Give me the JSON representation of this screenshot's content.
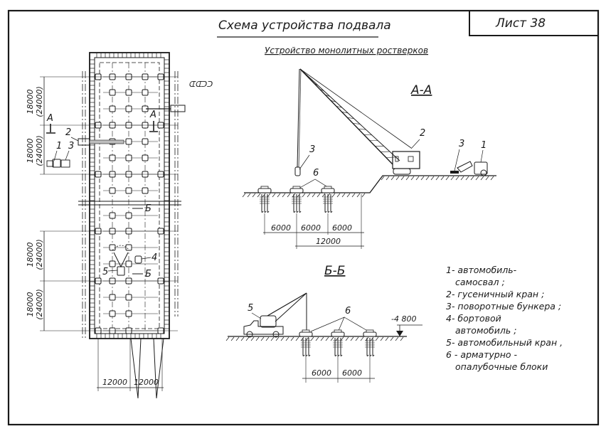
{
  "header": {
    "title": "Схема устройства подвала",
    "sheet": "Лист 38",
    "subtitle": "Устройство монолитных ростверков"
  },
  "plan": {
    "section_marks": [
      "А",
      "А"
    ],
    "section_b_marks": [
      "Б",
      "Б"
    ],
    "dims_vertical": [
      {
        "main": "18000",
        "alt": "(24000)"
      },
      {
        "main": "18000",
        "alt": "(24000)"
      },
      {
        "main": "18000",
        "alt": "(24000)"
      },
      {
        "main": "18000",
        "alt": "(24000)"
      }
    ],
    "dims_horizontal": [
      "12000",
      "12000"
    ],
    "callouts": [
      "1",
      "2",
      "3",
      "4",
      "5"
    ]
  },
  "section_aa": {
    "title": "А-А",
    "callouts": [
      "2",
      "3",
      "3",
      "1",
      "6"
    ],
    "dims_row1": [
      "6000",
      "6000",
      "6000"
    ],
    "dims_row2": [
      "12000"
    ]
  },
  "section_bb": {
    "title": "Б-Б",
    "callouts": [
      "5",
      "6"
    ],
    "level": "-4 800",
    "dims": [
      "6000",
      "6000"
    ]
  },
  "legend": {
    "items": [
      {
        "lines": [
          "1- автомобиль-",
          "самосвал ;"
        ]
      },
      {
        "lines": [
          "2- гусеничный  кран ;"
        ]
      },
      {
        "lines": [
          "3- поворотные  бункера ;"
        ]
      },
      {
        "lines": [
          "4- бортовой",
          "автомобиль ;"
        ]
      },
      {
        "lines": [
          "5- автомобильный  кран ,"
        ]
      },
      {
        "lines": [
          "6 - арматурно -",
          "опалубочные  блоки"
        ]
      }
    ]
  }
}
